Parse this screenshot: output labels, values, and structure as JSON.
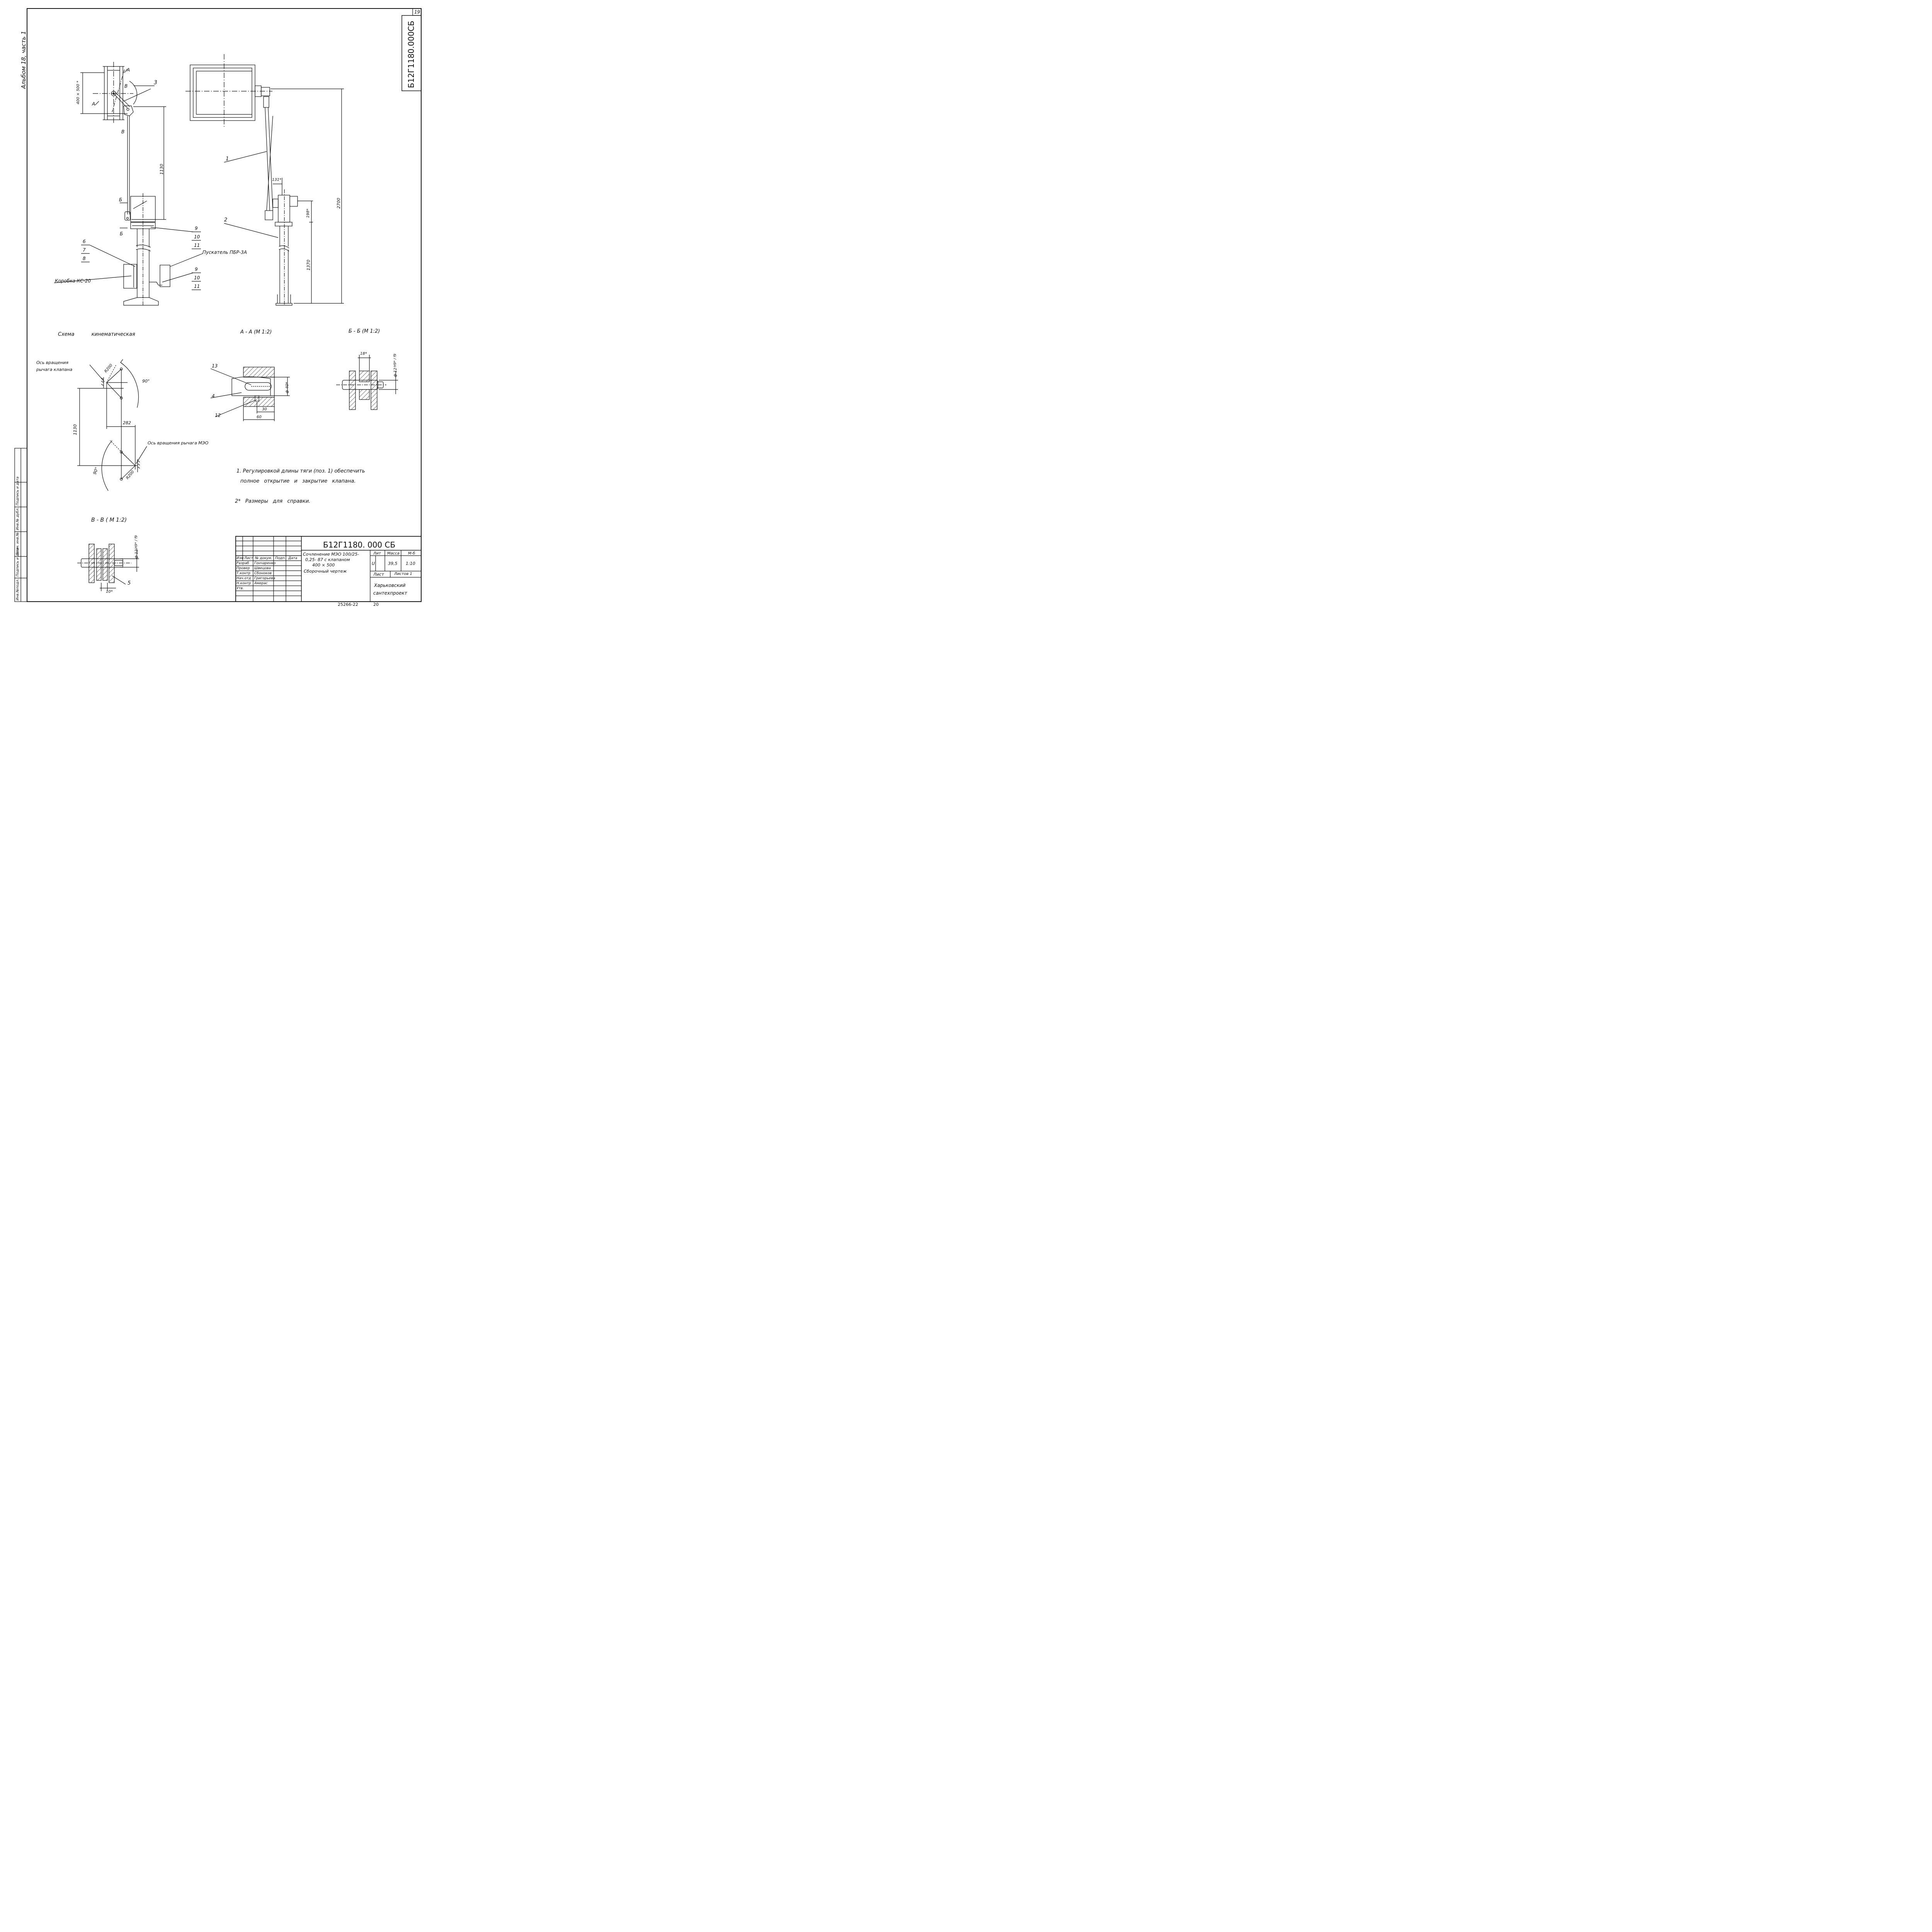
{
  "sheet_number": "19",
  "album": "Альбом 18, часть 1",
  "doc_code_vertical": "Б12Г1180.000СБ",
  "main_view": {
    "labels": {
      "section_a": "А",
      "section_b": "Б",
      "section_v": "В",
      "pos_1": "1",
      "pos_2": "2",
      "pos_3": "3",
      "pos_5": "5",
      "pos_6": "6",
      "pos_7": "7",
      "pos_8": "8",
      "pos_9": "9",
      "pos_10": "10",
      "pos_11": "11",
      "pos_9b": "9",
      "pos_10b": "10",
      "pos_11b": "11",
      "starter": "Пускатель ПБР-3А",
      "box": "Коробка КС-20"
    },
    "dims": {
      "d400x500": "400 × 500 *",
      "d1130": "1130",
      "d131": "131*",
      "d198": "198*",
      "d2700": "2700",
      "d1370": "1370"
    }
  },
  "captions": {
    "kinematic": "Схема кинематическая",
    "section_aa": "А - А (М 1:2)",
    "section_bb": "Б - Б (М 1:2)",
    "section_vv": "В - В ( М 1:2)"
  },
  "kinematic_scheme": {
    "valve_axis_line1": "Ось вращения",
    "valve_axis_line2": "рычага клапана",
    "mzo_axis": "Ось вращения рычага МЭО",
    "r_top": "R200",
    "angle_top": "90°",
    "angle_bottom": "90°",
    "r_bottom": "R200",
    "d1130": "1130",
    "d282": "282"
  },
  "section_aa_labels": {
    "p13": "13",
    "p4": "4",
    "p12": "12",
    "d40": "ф 40*",
    "d30": "30",
    "d60": "60"
  },
  "section_bb_labels": {
    "d18": "18*",
    "d12": "ф 12",
    "fit": "H9* / f9"
  },
  "section_vv_labels": {
    "d12": "ф 12",
    "fit": "H9* / f9",
    "d10": "10*",
    "p5": "5"
  },
  "notes": [
    "1. Регулировкой длины тяги (поз. 1) обеспечить",
    "полное открытие и закрытие клапана.",
    "2* Размеры для справки."
  ],
  "title_block": {
    "code": "Б12Г1180. 000 СБ",
    "title_lines": [
      "Сочленение МЭО 100/25-",
      "0,25- 87 с клапаном",
      "400 × 500",
      "Сборочный чертеж"
    ],
    "header_row": [
      "Изм",
      "Лист",
      "№ докум.",
      "Подп.",
      "Дата"
    ],
    "staff": [
      {
        "role": "Разраб",
        "name": "Гончаренко"
      },
      {
        "role": "Провер",
        "name": "Швецова"
      },
      {
        "role": "Т.контр",
        "name": "Сбоноков"
      },
      {
        "role": "Нач.отд",
        "name": "Григорьева"
      },
      {
        "role": "Н.контр",
        "name": "Амерас"
      },
      {
        "role": "Утв.",
        "name": ""
      }
    ],
    "lit_label": "Лит",
    "mass_label": "Масса",
    "scale_label": "М-б",
    "lit_value": "U",
    "mass_value": "39,5",
    "scale_value": "1:10",
    "sheet_label": "Лист",
    "sheets_label": "Листов 1",
    "org_line1": "Харьковский",
    "org_line2": "сантехпроект"
  },
  "side_stamp": [
    "Инв.№подл.",
    "Подпись и дата",
    "Взам. инв.№",
    "Инв.№ дубл.",
    "Подпись и дата"
  ],
  "footer": {
    "number": "25266-22",
    "page": "20"
  }
}
